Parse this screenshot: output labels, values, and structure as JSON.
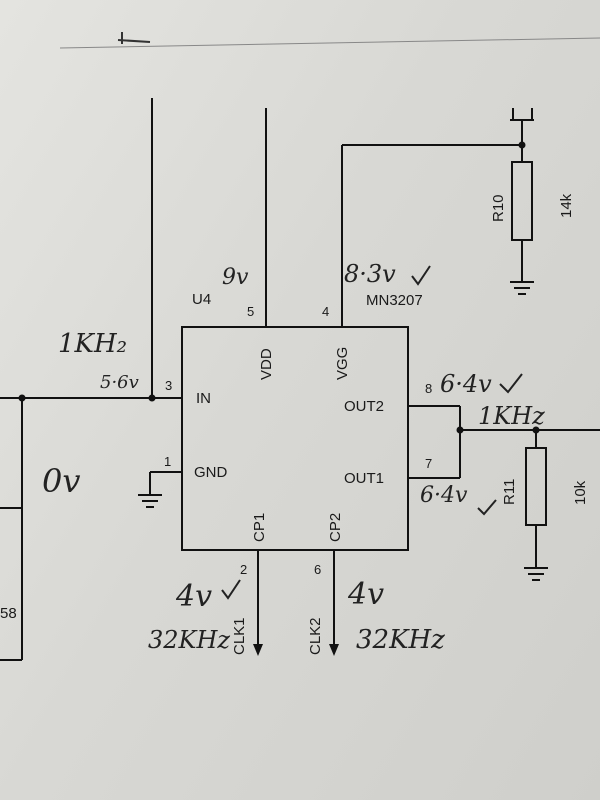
{
  "chip": {
    "ref": "U4",
    "part": "MN3207",
    "pins": {
      "vdd": {
        "num": "5",
        "name": "VDD"
      },
      "vgg": {
        "num": "4",
        "name": "VGG"
      },
      "in": {
        "num": "3",
        "name": "IN"
      },
      "gnd": {
        "num": "1",
        "name": "GND"
      },
      "out2": {
        "num": "8",
        "name": "OUT2"
      },
      "out1": {
        "num": "7",
        "name": "OUT1"
      },
      "cp1": {
        "num": "2",
        "name": "CP1"
      },
      "cp2": {
        "num": "6",
        "name": "CP2"
      }
    }
  },
  "nets": {
    "clk1": "CLK1",
    "clk2": "CLK2"
  },
  "resistors": {
    "r10": {
      "ref": "R10",
      "value": "14k"
    },
    "r11": {
      "ref": "R11",
      "value": "10k"
    }
  },
  "left_edge_label": "58",
  "handwritten": {
    "vdd_voltage": "9v",
    "vgg_voltage": "8·3v",
    "in_freq": "1KH₂",
    "in_voltage": "5·6v",
    "gnd_voltage": "0v",
    "out2_voltage": "6·4v",
    "out_freq": "1KHz",
    "out1_voltage": "6·4v",
    "cp1_voltage": "4v",
    "cp2_voltage": "4v",
    "clk1_freq": "32KHz",
    "clk2_freq": "32KHz"
  }
}
